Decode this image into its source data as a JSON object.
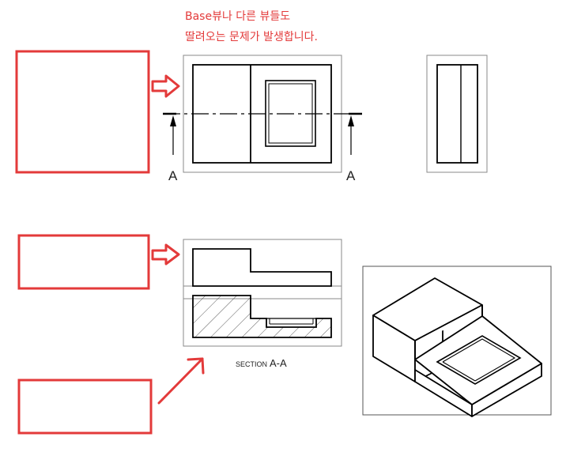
{
  "annotation": {
    "line1": "Base뷰나 다른 뷰들도",
    "line2": "딸려오는 문제가 발생합니다."
  },
  "section_marks": {
    "left": "A",
    "right": "A"
  },
  "section_title": {
    "prefix": "SECTION",
    "name": "A-A"
  },
  "colors": {
    "annotation": "#e33a3a",
    "line": "#000000",
    "frame": "#8a8a8a"
  }
}
